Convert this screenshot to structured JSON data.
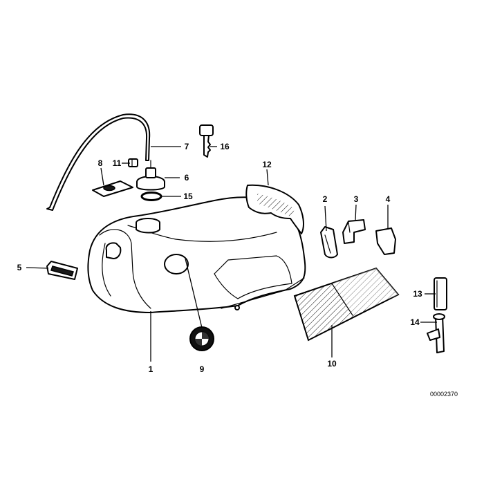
{
  "document_number": "00002370",
  "callouts": [
    {
      "id": "1",
      "part": "fuel-tank"
    },
    {
      "id": "2",
      "part": "wire-clip"
    },
    {
      "id": "3",
      "part": "bracket"
    },
    {
      "id": "4",
      "part": "rubber-buffer"
    },
    {
      "id": "5",
      "part": "rubber-grommet"
    },
    {
      "id": "6",
      "part": "filler-cap"
    },
    {
      "id": "7",
      "part": "breather-hose"
    },
    {
      "id": "8",
      "part": "gasket"
    },
    {
      "id": "9",
      "part": "badge"
    },
    {
      "id": "10",
      "part": "knee-pad"
    },
    {
      "id": "11",
      "part": "hose-clamp"
    },
    {
      "id": "12",
      "part": "cover-panel"
    },
    {
      "id": "13",
      "part": "rubber-sleeve"
    },
    {
      "id": "14",
      "part": "bolt"
    },
    {
      "id": "15",
      "part": "sealing-ring"
    },
    {
      "id": "16",
      "part": "key"
    }
  ]
}
